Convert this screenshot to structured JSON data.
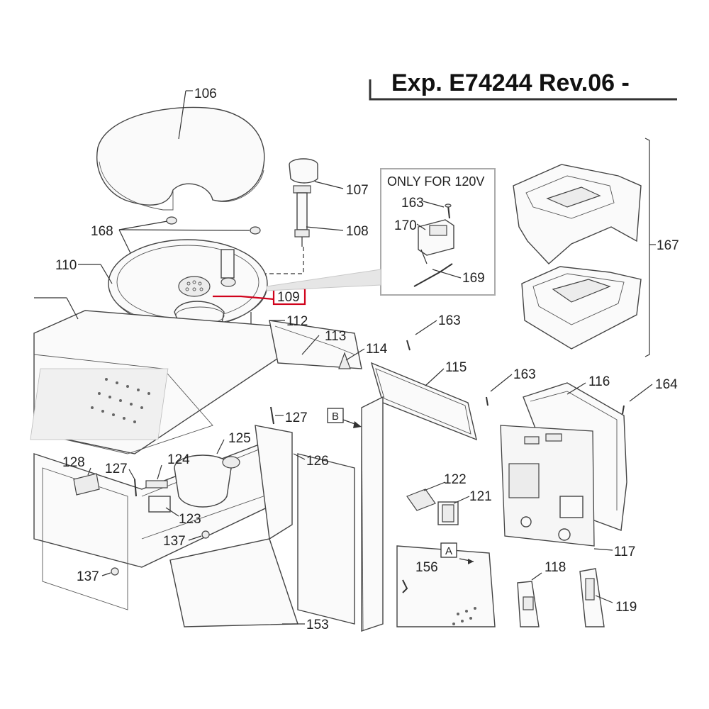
{
  "header": {
    "text": "Exp. E74244 Rev.06 -"
  },
  "inset": {
    "title": "ONLY FOR 120V"
  },
  "letters": {
    "a": "A",
    "b": "B"
  },
  "colors": {
    "highlight": "#d0021b",
    "line": "#333333",
    "panel": "#f4f4f4"
  },
  "labels": {
    "l106": "106",
    "l107": "107",
    "l108": "108",
    "l109": "109",
    "l110": "110",
    "l112": "112",
    "l113": "113",
    "l114": "114",
    "l115": "115",
    "l116": "116",
    "l117": "117",
    "l118": "118",
    "l119": "119",
    "l121": "121",
    "l122": "122",
    "l123": "123",
    "l124": "124",
    "l125": "125",
    "l126": "126",
    "l127a": "127",
    "l127b": "127",
    "l128": "128",
    "l137a": "137",
    "l137b": "137",
    "l153": "153",
    "l156": "156",
    "l163a": "163",
    "l163b": "163",
    "l163c": "163",
    "l164": "164",
    "l167": "167",
    "l168": "168",
    "l169": "169",
    "l170": "170"
  }
}
